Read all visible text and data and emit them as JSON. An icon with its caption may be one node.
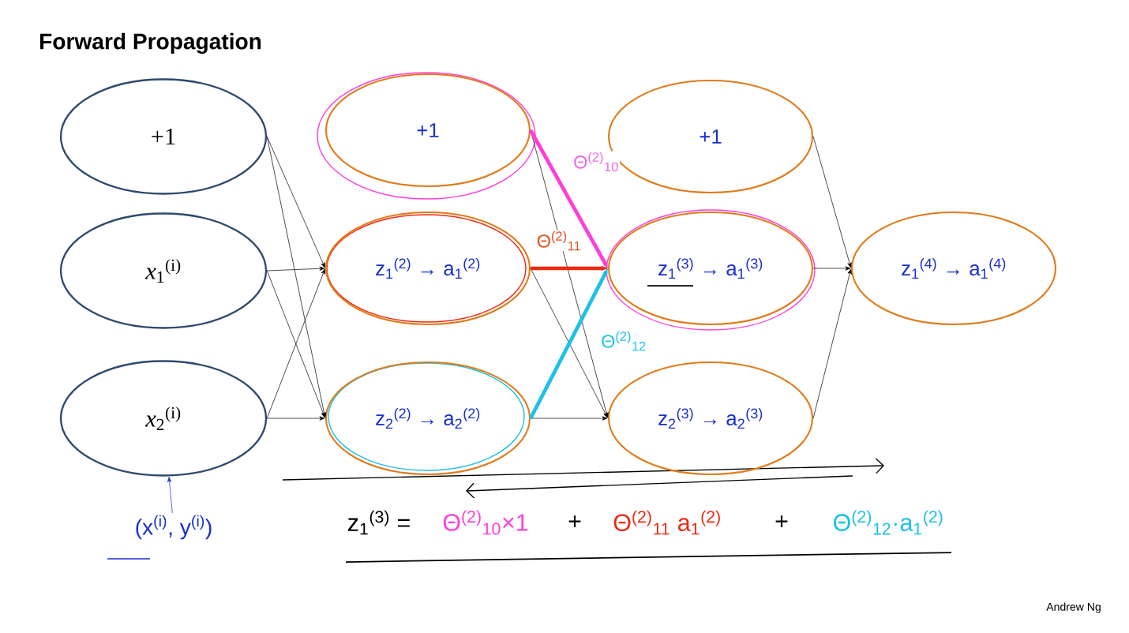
{
  "diagram": {
    "title": "Forward Propagation",
    "nodes": [
      {
        "text": [
          "+1"
        ]
      },
      {
        "text": [
          "*x*$_{1}$$^{(i)}$"
        ]
      },
      {
        "text": [
          "*x*$_{2}$$^{(i)}$"
        ]
      },
      {
        "text": [
          "+1"
        ]
      },
      {
        "text": [
          "z$_{1}$$^{(2)}$ → a$_{1}$$^{(2)}$"
        ]
      },
      {
        "text": [
          "z$_{2}$$^{(2)}$ → a$_{2}$$^{(2)}$"
        ]
      },
      {
        "text": [
          "+1"
        ]
      },
      {
        "text": [
          "z$_{1}$$^{(3)}$ → a$_{1}$$^{(3)}$"
        ]
      },
      {
        "text": [
          "z$_{2}$$^{(3)}$ → a$_{2}$$^{(3)}$"
        ]
      },
      {
        "text": [
          "z$_{1}$$^{(4)}$ → a$_{1}$$^{(4)}$"
        ]
      },
      {
        "text": [
          "(x$^{(i)}$, y$^{(i)}$)"
        ]
      }
    ],
    "edges": [
      {
        "from": 0,
        "to": 4,
        "arrow": "to"
      },
      {
        "from": 0,
        "to": 5,
        "arrow": "to"
      },
      {
        "from": 1,
        "to": 4,
        "arrow": "to"
      },
      {
        "from": 1,
        "to": 5,
        "arrow": "to"
      },
      {
        "from": 2,
        "to": 4,
        "arrow": "to"
      },
      {
        "from": 2,
        "to": 5,
        "arrow": "to"
      },
      {
        "from": 3,
        "to": 7,
        "arrow": "to",
        "label": "Θ$^{(2)}$$_{10}$",
        "style": "thick",
        "color": "#ff3ed8"
      },
      {
        "from": 3,
        "to": 8,
        "arrow": "to"
      },
      {
        "from": 4,
        "to": 7,
        "arrow": "to",
        "label": "Θ$^{(2)}$$_{11}$",
        "style": "thick",
        "color": "#ee2a10"
      },
      {
        "from": 4,
        "to": 8,
        "arrow": "to"
      },
      {
        "from": 5,
        "to": 7,
        "arrow": "to",
        "label": "Θ$^{(2)}$$_{12}$",
        "style": "thick",
        "color": "#1cc0e8"
      },
      {
        "from": 5,
        "to": 8,
        "arrow": "to"
      },
      {
        "from": 6,
        "to": 9,
        "arrow": "to"
      },
      {
        "from": 7,
        "to": 9,
        "arrow": "to"
      },
      {
        "from": 8,
        "to": 9,
        "arrow": "to"
      },
      {
        "from": 10,
        "to": 2,
        "arrow": "to",
        "color": "#1a2fd0"
      }
    ],
    "labels": [
      "z$_{1}$$^{(3)}$ =",
      "Θ$^{(2)}$$_{10}$×1",
      "+",
      "Θ$^{(2)}$$_{11}$ a$_{1}$$^{(2)}$",
      "+",
      "Θ$^{(2)}$$_{12}$·a$_{1}$$^{(2)}$",
      "Andrew Ng"
    ]
  }
}
